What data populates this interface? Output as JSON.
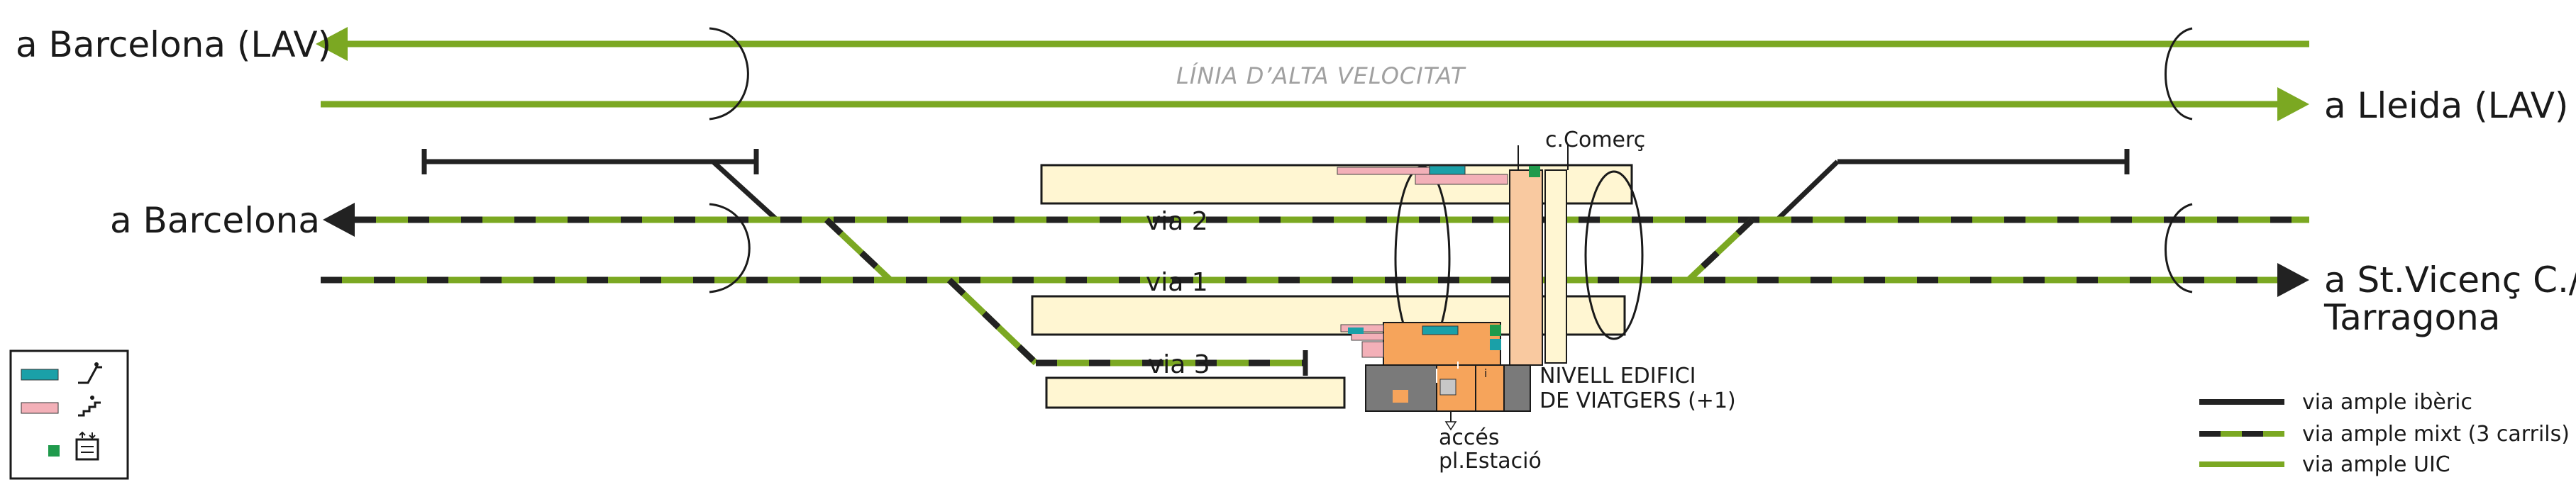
{
  "labels": {
    "to_barcelona_lav": "a Barcelona (LAV)",
    "to_lleida_lav": "a Lleida (LAV)",
    "high_speed_line": "LÍNIA D’ALTA VELOCITAT",
    "to_barcelona": "a Barcelona",
    "to_stvicenc_line1": "a St.Vicenç C./",
    "to_stvicenc_line2": "Tarragona",
    "via2": "via 2",
    "via1": "via 1",
    "via3": "via 3",
    "commerce": "c.Comerç",
    "building_level_line1": "NIVELL EDIFICI",
    "building_level_line2": "DE VIATGERS (+1)",
    "access_line1": "accés",
    "access_line2": "pl.Estació"
  },
  "legend": {
    "items": [
      {
        "label": "via ample ibèric",
        "style": "iberian"
      },
      {
        "label": "via ample mixt (3 carrils)",
        "style": "mixed"
      },
      {
        "label": "via ample UIC",
        "style": "uic"
      }
    ]
  },
  "icon_legend": {
    "items": [
      {
        "icon": "escalator-icon",
        "color": "#1aa0a8"
      },
      {
        "icon": "stairs-icon",
        "color": "#f3b0b8"
      },
      {
        "icon": "elevator-icon",
        "color": "#1f9a4c"
      }
    ]
  },
  "colors": {
    "uic_green": "#7ba822",
    "iberian_black": "#222222",
    "platform_fill": "#fff6d2",
    "building_orange": "#f6a45b",
    "corridor_peach": "#f9c9a0",
    "building_grey": "#7a7a7a",
    "stairs_pink": "#f3b0b8",
    "escalator_teal": "#1aa0a8",
    "elevator_green": "#1f9a4c"
  }
}
